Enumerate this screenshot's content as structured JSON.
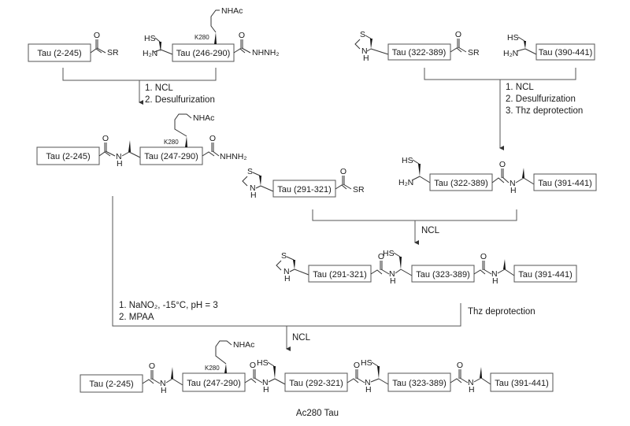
{
  "fragments": {
    "f1": "Tau (2-245)",
    "f2": "Tau (246-290)",
    "f3": "Tau (322-389)",
    "f4": "Tau (390-441)",
    "f5": "Tau (2-245)",
    "f6": "Tau (247-290)",
    "f7": "Tau (291-321)",
    "f8": "Tau (322-389)",
    "f9": "Tau (391-441)",
    "f10": "Tau (291-321)",
    "f11": "Tau (323-389)",
    "f12": "Tau (391-441)",
    "p1": "Tau (2-245)",
    "p2": "Tau (247-290)",
    "p3": "Tau (292-321)",
    "p4": "Tau (323-389)",
    "p5": "Tau (391-441)"
  },
  "atoms": {
    "SR": "SR",
    "O": "O",
    "HS": "HS",
    "H2N": "H₂N",
    "NHAc": "NHAc",
    "K280": "K280",
    "NHNH2": "NHNH₂",
    "S": "S",
    "N": "N",
    "H": "H"
  },
  "conditions": {
    "step1_a": "1. NCL",
    "step1_b": "2. Desulfurization",
    "step2_a": "1. NCL",
    "step2_b": "2. Desulfurization",
    "step2_c": "3. Thz deprotection",
    "step3": "NCL",
    "step4": "Thz deprotection",
    "step5_a": "1. NaNO₂, -15°C, pH = 3",
    "step5_b": "2. MPAA",
    "step6": "NCL"
  },
  "product_title": "Ac280 Tau"
}
